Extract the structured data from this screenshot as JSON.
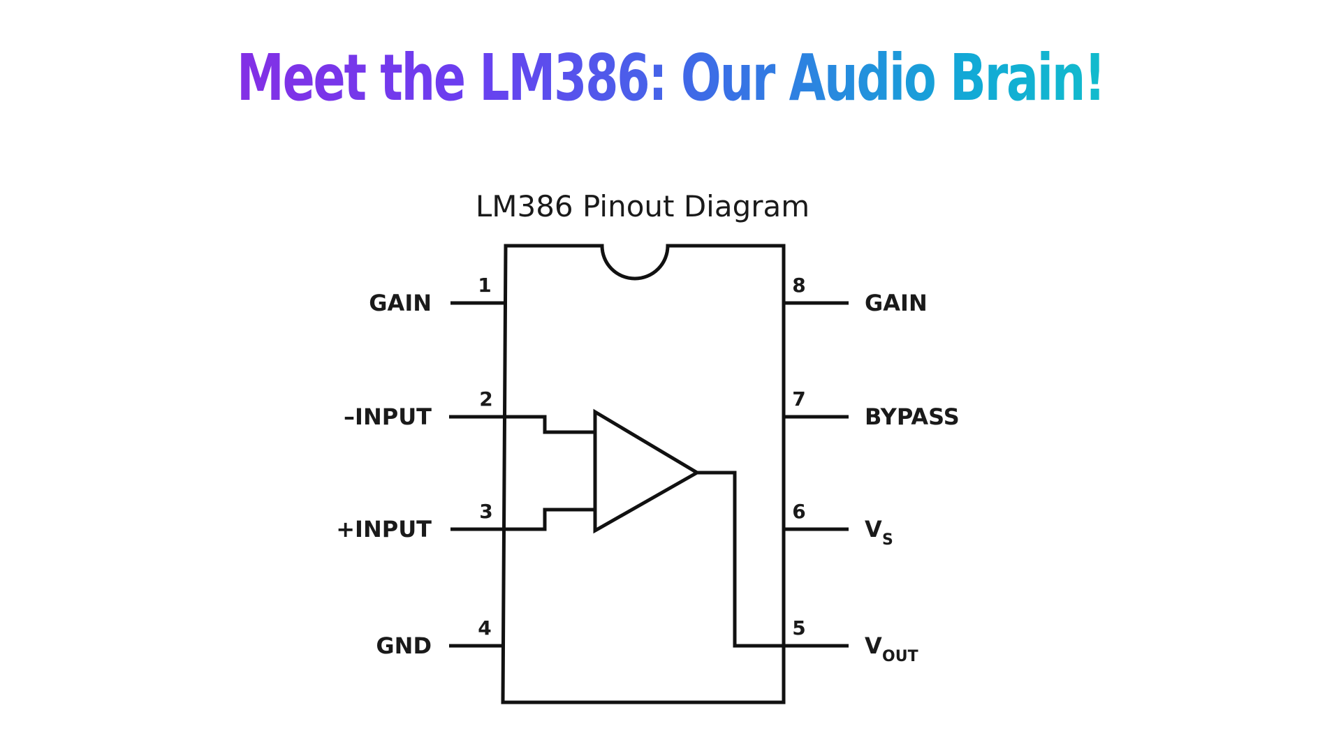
{
  "headline": "Meet the LM386: Our Audio Brain!",
  "diagram": {
    "title": "LM386 Pinout Diagram",
    "pins": [
      {
        "number": "1",
        "label": "GAIN",
        "sub": ""
      },
      {
        "number": "2",
        "label": "–INPUT",
        "sub": ""
      },
      {
        "number": "3",
        "label": "+INPUT",
        "sub": ""
      },
      {
        "number": "4",
        "label": "GND",
        "sub": ""
      },
      {
        "number": "8",
        "label": "GAIN",
        "sub": ""
      },
      {
        "number": "7",
        "label": "BYPASS",
        "sub": ""
      },
      {
        "number": "6",
        "label": "V",
        "sub": "S"
      },
      {
        "number": "5",
        "label": "V",
        "sub": "OUT"
      }
    ]
  },
  "colors": {
    "headline_gradient": [
      "#8a2be2",
      "#6a3ff0",
      "#3a6fe6",
      "#12a9d6",
      "#12c4c8"
    ],
    "ink": "#111111",
    "background": "#ffffff"
  }
}
